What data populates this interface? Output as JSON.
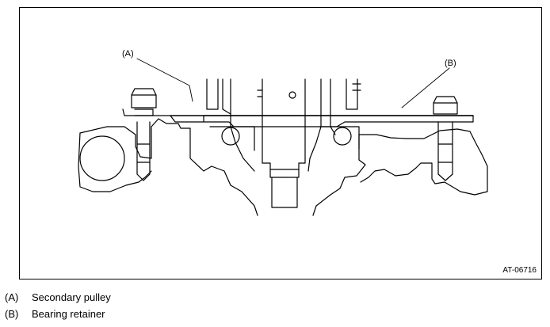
{
  "figure": {
    "callouts": {
      "a": "(A)",
      "b": "(B)"
    },
    "figure_id": "AT-06716"
  },
  "legend": [
    {
      "key": "(A)",
      "label": "Secondary pulley"
    },
    {
      "key": "(B)",
      "label": "Bearing retainer"
    }
  ]
}
